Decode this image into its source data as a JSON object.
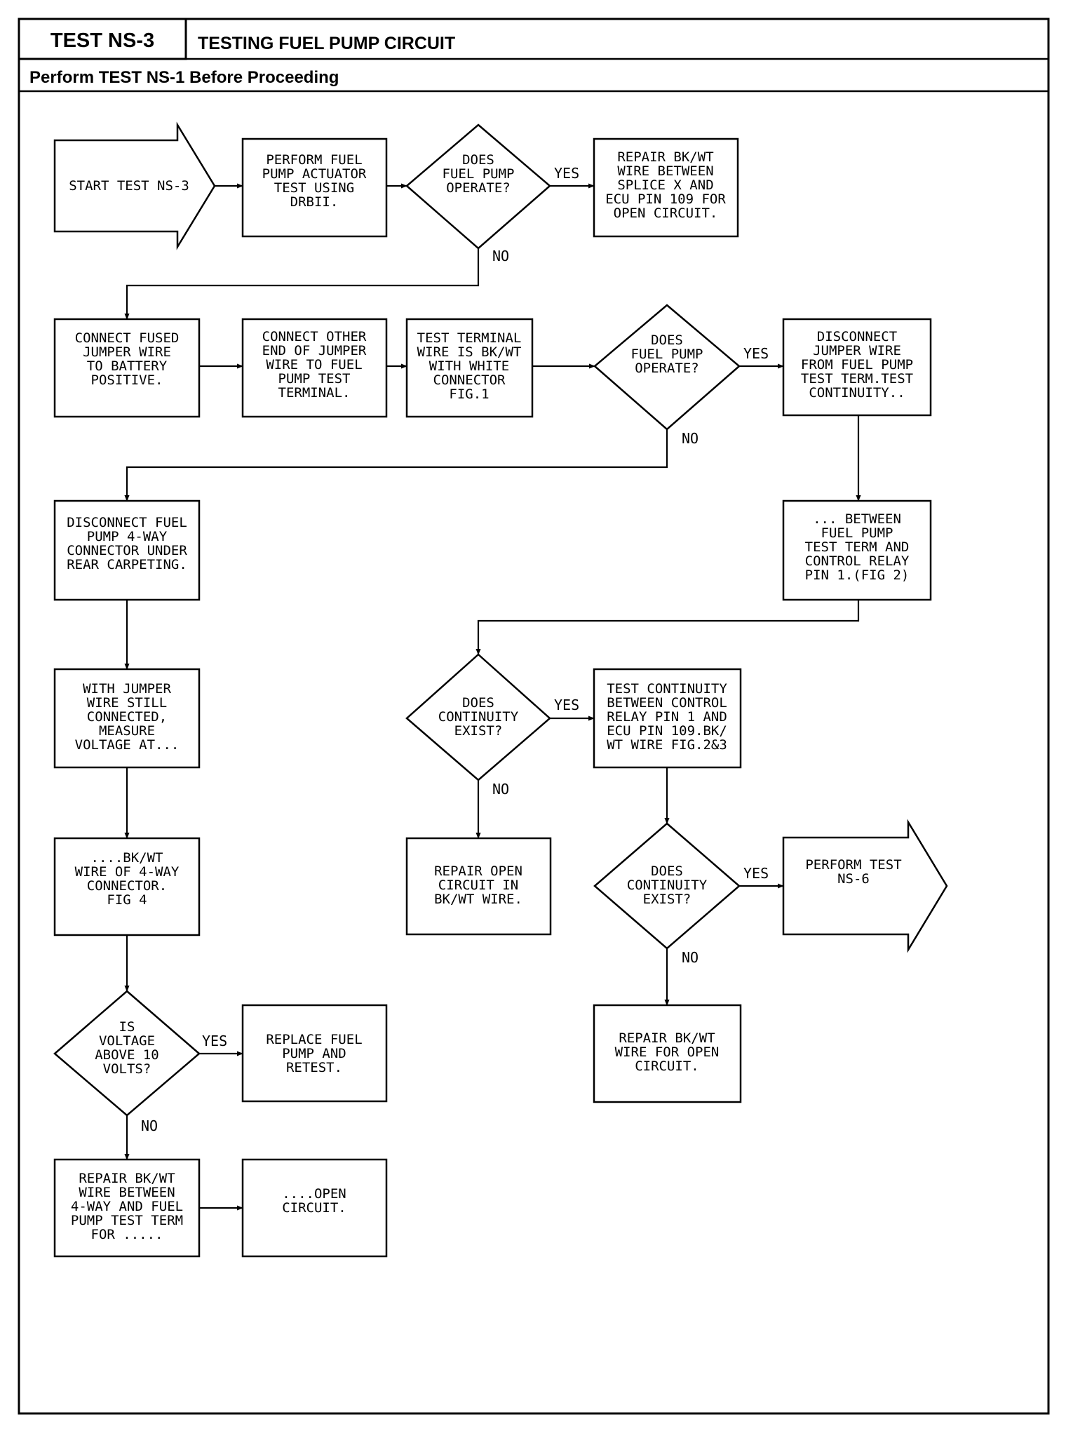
{
  "header": {
    "test_id": "TEST NS-3",
    "title": "TESTING FUEL PUMP CIRCUIT",
    "subtitle": "Perform TEST NS-1 Before Proceeding"
  },
  "nodes": {
    "start": [
      "START TEST NS-3"
    ],
    "actuator": [
      "PERFORM FUEL",
      "PUMP ACTUATOR",
      "TEST USING",
      "DRBII."
    ],
    "d1": [
      "DOES",
      "FUEL PUMP",
      "OPERATE?"
    ],
    "repair_splice": [
      "REPAIR BK/WT",
      "WIRE BETWEEN",
      "SPLICE X AND",
      "ECU PIN 109 FOR",
      "OPEN CIRCUIT."
    ],
    "connect_fused": [
      "CONNECT FUSED",
      "JUMPER WIRE",
      "TO BATTERY",
      "POSITIVE."
    ],
    "connect_other": [
      "CONNECT OTHER",
      "END OF JUMPER",
      "WIRE TO FUEL",
      "PUMP TEST",
      "TERMINAL."
    ],
    "test_terminal": [
      "TEST TERMINAL",
      "WIRE IS BK/WT",
      "WITH WHITE",
      "CONNECTOR",
      "FIG.1"
    ],
    "d2": [
      "DOES",
      "FUEL PUMP",
      "OPERATE?"
    ],
    "disconnect_jumper": [
      "DISCONNECT",
      "JUMPER WIRE",
      "FROM FUEL PUMP",
      "TEST TERM.TEST",
      "CONTINUITY.."
    ],
    "between": [
      "... BETWEEN",
      "FUEL PUMP",
      "TEST TERM AND",
      "CONTROL RELAY",
      "PIN 1.(FIG 2)"
    ],
    "disconnect_fuel": [
      "DISCONNECT FUEL",
      "PUMP 4-WAY",
      "CONNECTOR UNDER",
      "REAR CARPETING."
    ],
    "with_jumper": [
      "WITH JUMPER",
      "WIRE STILL",
      "CONNECTED,",
      "MEASURE",
      "VOLTAGE AT..."
    ],
    "d3": [
      "DOES",
      "CONTINUITY",
      "EXIST?"
    ],
    "test_continuity": [
      "TEST CONTINUITY",
      "BETWEEN CONTROL",
      "RELAY PIN 1 AND",
      "ECU PIN 109.BK/",
      "WT WIRE FIG.2&3"
    ],
    "bkwt_4way": [
      "....BK/WT",
      "WIRE OF 4-WAY",
      "CONNECTOR.",
      "FIG 4"
    ],
    "repair_open": [
      "REPAIR OPEN",
      "CIRCUIT IN",
      "BK/WT WIRE."
    ],
    "d4": [
      "DOES",
      "CONTINUITY",
      "EXIST?"
    ],
    "perform_ns6": [
      "PERFORM TEST",
      "NS-6"
    ],
    "d5": [
      "IS",
      "VOLTAGE",
      "ABOVE 10",
      "VOLTS?"
    ],
    "replace_pump": [
      "REPLACE FUEL",
      "PUMP AND",
      "RETEST."
    ],
    "repair_wire_bkwt": [
      "REPAIR BK/WT",
      "WIRE FOR OPEN",
      "CIRCUIT."
    ],
    "repair_4way": [
      "REPAIR BK/WT",
      "WIRE BETWEEN",
      "4-WAY AND FUEL",
      "PUMP TEST TERM",
      "FOR ....."
    ],
    "open_circuit": [
      "....OPEN",
      "CIRCUIT."
    ]
  },
  "edge_labels": {
    "yes": "YES",
    "no": "NO"
  }
}
